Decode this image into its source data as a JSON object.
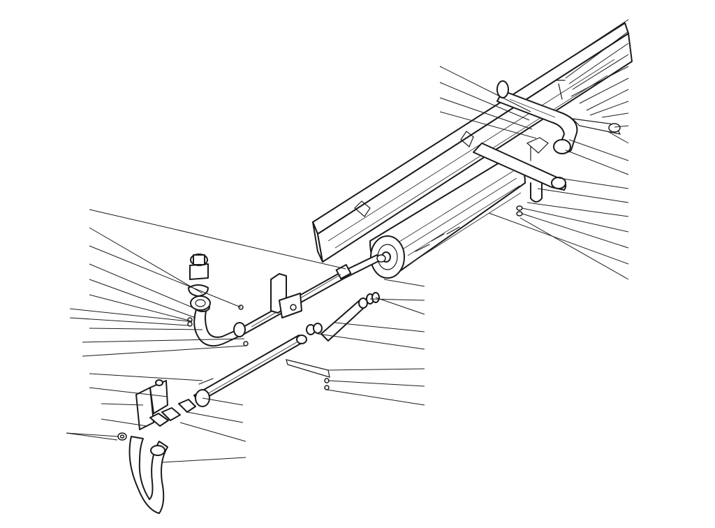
{
  "diagram": {
    "type": "exploded-view",
    "colors": {
      "ink": "#1a1a1a",
      "paper": "#ffffff"
    },
    "parts": [
      "chassis-rail",
      "front-exhaust-pipe",
      "intermediate-pipe",
      "silencer",
      "tail-pipe",
      "manifold-flange",
      "gasket",
      "pipe-clamp",
      "mounting-bracket",
      "u-bolt",
      "sealing-ring",
      "hanger-strap",
      "bolt",
      "nut",
      "washer"
    ],
    "callout_count": 44
  }
}
